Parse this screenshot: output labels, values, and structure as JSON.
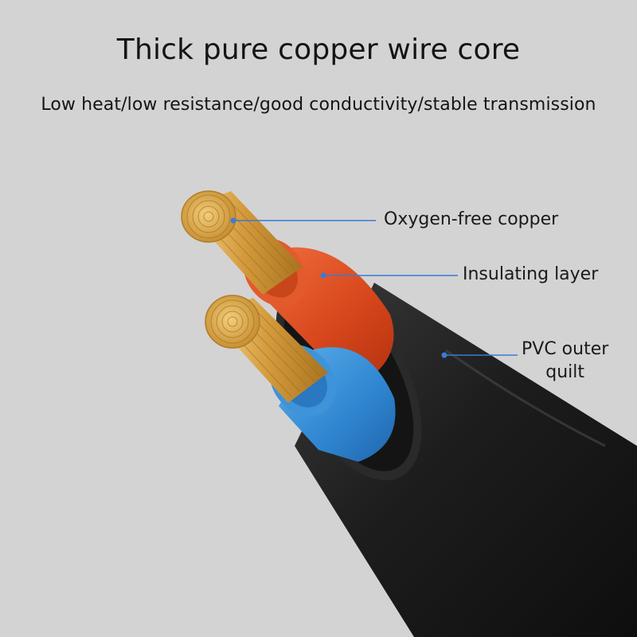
{
  "header": {
    "title": "Thick pure copper wire core",
    "subtitle": "Low heat/low resistance/good conductivity/stable transmission"
  },
  "callouts": {
    "copper": "Oxygen-free copper",
    "insulation": "Insulating layer",
    "pvc_line1": "PVC outer",
    "pvc_line2": "quilt"
  },
  "colors": {
    "background": "#d3d3d3",
    "leader_line": "#3a7bd5",
    "copper": "#d9a441",
    "red_insulation": "#e8582a",
    "blue_insulation": "#3b8fd6",
    "jacket": "#1c1c1c"
  }
}
